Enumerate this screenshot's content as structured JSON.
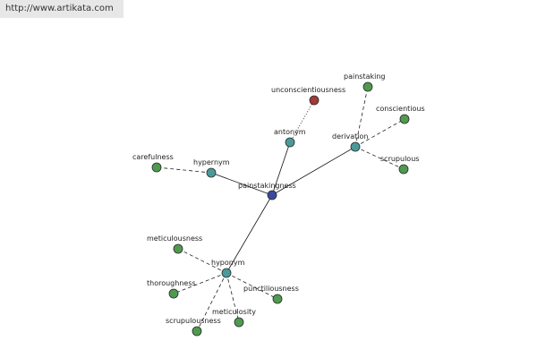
{
  "banner": {
    "url_text": "http://www.artikata.com"
  },
  "colors": {
    "center": "#3a4aa0",
    "relation": "#4a9a9a",
    "leaf": "#4f9a4f",
    "antonym_leaf": "#a33a35"
  },
  "nodes": [
    {
      "id": "painstakingness",
      "label": "painstakingness",
      "kind": "center"
    },
    {
      "id": "hypernym",
      "label": "hypernym",
      "kind": "relation"
    },
    {
      "id": "antonym",
      "label": "antonym",
      "kind": "relation"
    },
    {
      "id": "derivation",
      "label": "derivation",
      "kind": "relation"
    },
    {
      "id": "hyponym",
      "label": "hyponym",
      "kind": "relation"
    },
    {
      "id": "carefulness",
      "label": "carefulness",
      "kind": "leaf"
    },
    {
      "id": "unconscientiousness",
      "label": "unconscientiousness",
      "kind": "antonym_leaf"
    },
    {
      "id": "painstaking",
      "label": "painstaking",
      "kind": "leaf"
    },
    {
      "id": "conscientious",
      "label": "conscientious",
      "kind": "leaf"
    },
    {
      "id": "scrupulous",
      "label": "scrupulous",
      "kind": "leaf"
    },
    {
      "id": "meticulousness",
      "label": "meticulousness",
      "kind": "leaf"
    },
    {
      "id": "thoroughness",
      "label": "thoroughness",
      "kind": "leaf"
    },
    {
      "id": "punctiliousness",
      "label": "punctiliousness",
      "kind": "leaf"
    },
    {
      "id": "meticulosity",
      "label": "meticulosity",
      "kind": "leaf"
    },
    {
      "id": "scrupulousness",
      "label": "scrupulousness",
      "kind": "leaf"
    }
  ],
  "edges": [
    {
      "from": "painstakingness",
      "to": "hypernym",
      "style": "solid"
    },
    {
      "from": "painstakingness",
      "to": "antonym",
      "style": "solid"
    },
    {
      "from": "painstakingness",
      "to": "derivation",
      "style": "solid"
    },
    {
      "from": "painstakingness",
      "to": "hyponym",
      "style": "solid"
    },
    {
      "from": "hypernym",
      "to": "carefulness",
      "style": "dashed"
    },
    {
      "from": "antonym",
      "to": "unconscientiousness",
      "style": "dotted"
    },
    {
      "from": "derivation",
      "to": "painstaking",
      "style": "dashed"
    },
    {
      "from": "derivation",
      "to": "conscientious",
      "style": "dashed"
    },
    {
      "from": "derivation",
      "to": "scrupulous",
      "style": "dashed"
    },
    {
      "from": "hyponym",
      "to": "meticulousness",
      "style": "dashed"
    },
    {
      "from": "hyponym",
      "to": "thoroughness",
      "style": "dashed"
    },
    {
      "from": "hyponym",
      "to": "punctiliousness",
      "style": "dashed"
    },
    {
      "from": "hyponym",
      "to": "meticulosity",
      "style": "dashed"
    },
    {
      "from": "hyponym",
      "to": "scrupulousness",
      "style": "dashed"
    }
  ]
}
